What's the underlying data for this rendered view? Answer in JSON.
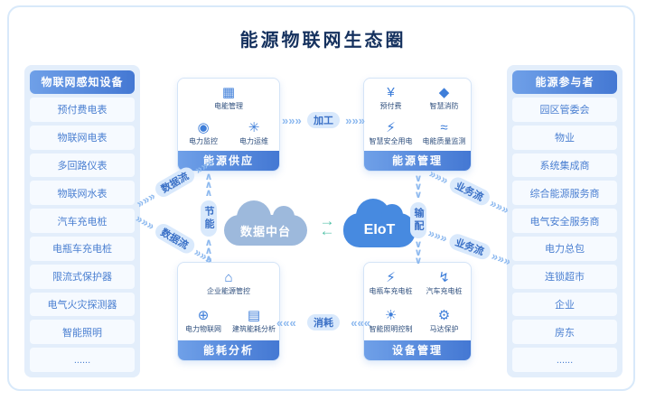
{
  "title": "能源物联网生态圈",
  "left_panel": {
    "header": "物联网感知设备",
    "items": [
      "预付费电表",
      "物联网电表",
      "多回路仪表",
      "物联网水表",
      "汽车充电桩",
      "电瓶车充电桩",
      "限流式保护器",
      "电气火灾探测器",
      "智能照明",
      "......"
    ]
  },
  "right_panel": {
    "header": "能源参与者",
    "items": [
      "园区管委会",
      "物业",
      "系统集成商",
      "综合能源服务商",
      "电气安全服务商",
      "电力总包",
      "连锁超市",
      "企业",
      "房东",
      "......"
    ]
  },
  "modules": [
    {
      "label": "能源供应",
      "cells": [
        {
          "icon": "power-meter-icon",
          "glyph": "▦",
          "label": "电能管理",
          "wide": true
        },
        {
          "icon": "power-monitor-icon",
          "glyph": "◉",
          "label": "电力监控"
        },
        {
          "icon": "power-maintenance-icon",
          "glyph": "✳",
          "label": "电力运维"
        }
      ]
    },
    {
      "label": "能源管理",
      "cells": [
        {
          "icon": "prepaid-icon",
          "glyph": "¥",
          "label": "预付费"
        },
        {
          "icon": "fire-shield-icon",
          "glyph": "◆",
          "label": "智慧消防"
        },
        {
          "icon": "safe-power-icon",
          "glyph": "⚡",
          "label": "智慧安全用电"
        },
        {
          "icon": "power-quality-icon",
          "glyph": "≈",
          "label": "电能质量监测"
        }
      ]
    },
    {
      "label": "能耗分析",
      "cells": [
        {
          "icon": "enterprise-energy-icon",
          "glyph": "⌂",
          "label": "企业能源管控",
          "wide": true
        },
        {
          "icon": "power-iot-globe-icon",
          "glyph": "⊕",
          "label": "电力物联网"
        },
        {
          "icon": "building-analysis-icon",
          "glyph": "▤",
          "label": "建筑能耗分析"
        }
      ]
    },
    {
      "label": "设备管理",
      "cells": [
        {
          "icon": "ebike-charger-icon",
          "glyph": "⚡",
          "label": "电瓶车充电桩"
        },
        {
          "icon": "car-charger-icon",
          "glyph": "↯",
          "label": "汽车充电桩"
        },
        {
          "icon": "smart-lighting-icon",
          "glyph": "☀",
          "label": "智能照明控制"
        },
        {
          "icon": "motor-protect-icon",
          "glyph": "⚙",
          "label": "马达保护"
        }
      ]
    }
  ],
  "center": {
    "platform": "数据中台",
    "eiot": "EIoT",
    "swap_right": "→",
    "swap_left": "←"
  },
  "flows": {
    "process": "加工",
    "consume": "消耗",
    "saving": "节能",
    "distribute": "输配",
    "data_flow": "数据流",
    "business_flow": "业务流",
    "chev_right": "»»»",
    "chev_left": "«««",
    "chev_up": "∧\n∧\n∧",
    "chev_down": "∨\n∨\n∨"
  },
  "colors": {
    "accent_blue": "#4478d3",
    "panel_bg": "#e3eefb",
    "pill_bg": "#d9e9fc",
    "platform_cloud": "#9db9dc",
    "eiot_cloud": "#478ae0",
    "exchange_arrow": "#55c3a9",
    "chevron": "#8db9ef",
    "title_text": "#15315e"
  }
}
